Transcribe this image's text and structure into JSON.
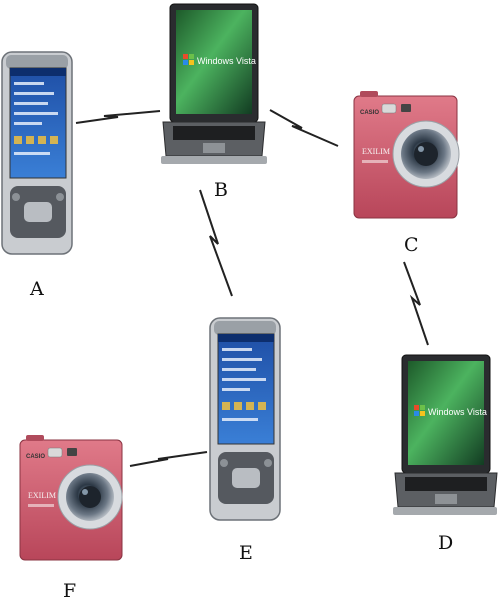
{
  "nodes": {
    "A": {
      "label": "A",
      "device": "pda"
    },
    "B": {
      "label": "B",
      "device": "laptop",
      "screen_text": "Windows Vista"
    },
    "C": {
      "label": "C",
      "device": "camera",
      "brand_text": "CASIO",
      "model_text": "EXILIM"
    },
    "D": {
      "label": "D",
      "device": "laptop",
      "screen_text": "Windows Vista"
    },
    "E": {
      "label": "E",
      "device": "pda"
    },
    "F": {
      "label": "F",
      "device": "camera",
      "brand_text": "CASIO",
      "model_text": "EXILIM"
    }
  },
  "links": [
    {
      "from": "A",
      "to": "B"
    },
    {
      "from": "B",
      "to": "C"
    },
    {
      "from": "B",
      "to": "E"
    },
    {
      "from": "C",
      "to": "D"
    },
    {
      "from": "E",
      "to": "F"
    }
  ],
  "colors": {
    "camera_body": "#d25d6e",
    "pda_screen": "#2a5fb8",
    "vista_screen": "#3aa65a",
    "link": "#222222"
  }
}
